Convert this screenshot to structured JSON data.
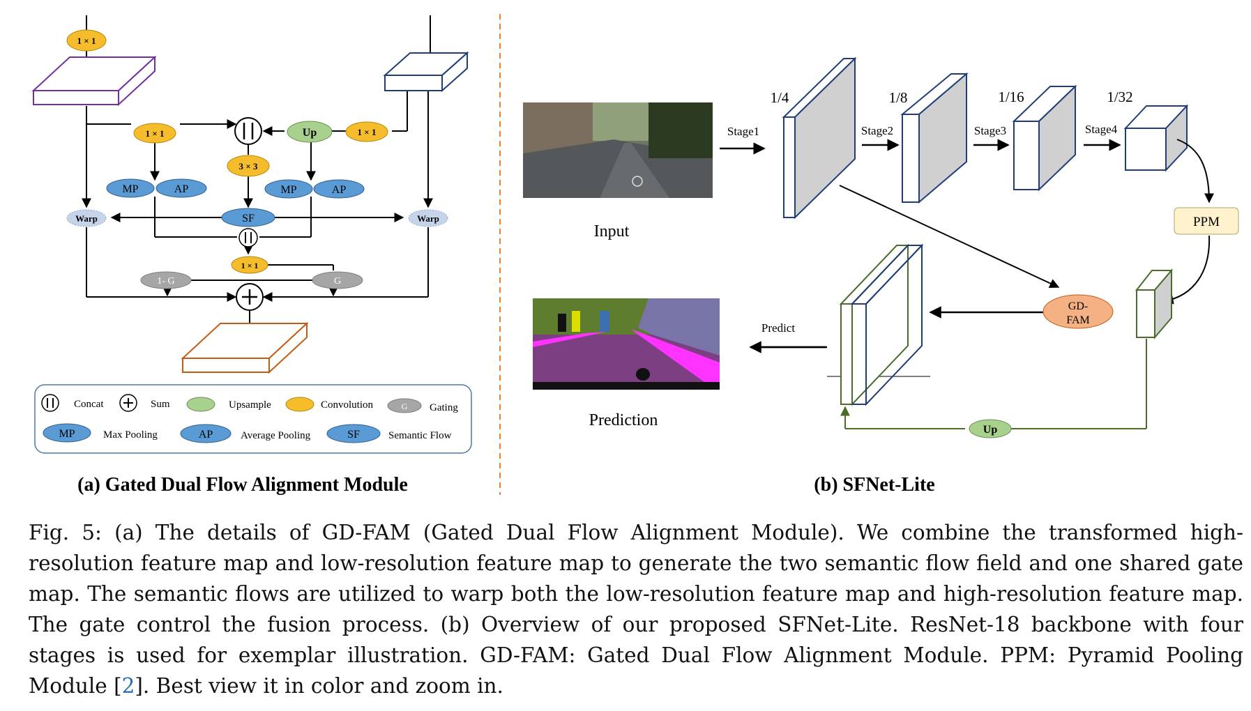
{
  "panel_a": {
    "title": "(a) Gated Dual Flow Alignment Module",
    "ops": {
      "conv_1x1": "1 × 1",
      "conv_3x3": "3 × 3",
      "up": "Up",
      "mp": "MP",
      "ap": "AP",
      "sf": "SF",
      "warp": "Warp",
      "one_minus_g": "1- G",
      "g": "G"
    },
    "legend": {
      "concat": "Concat",
      "sum": "Sum",
      "upsample": "Upsample",
      "convolution": "Convolution",
      "gating_symbol": "G",
      "gating": "Gating",
      "mp_symbol": "MP",
      "max_pooling": "Max Pooling",
      "ap_symbol": "AP",
      "average_pooling": "Average Pooling",
      "sf_symbol": "SF",
      "semantic_flow": "Semantic Flow"
    }
  },
  "panel_b": {
    "title": "(b) SFNet-Lite",
    "input_label": "Input",
    "prediction_label": "Prediction",
    "predict_label": "Predict",
    "stages": [
      "Stage1",
      "Stage2",
      "Stage3",
      "Stage4"
    ],
    "scales": [
      "1/4",
      "1/8",
      "1/16",
      "1/32"
    ],
    "ppm": "PPM",
    "gdfam_line1": "GD-",
    "gdfam_line2": "FAM",
    "up": "Up"
  },
  "caption": {
    "before_ref": "Fig. 5: (a) The details of GD-FAM (Gated Dual Flow Alignment Module). We combine the transformed high-resolution feature map and low-resolution feature map to generate the two semantic flow field and one shared gate map. The semantic flows are utilized to warp both the low-resolution feature map and high-resolution feature map. The gate control the fusion process. (b) Overview of our proposed SFNet-Lite. ResNet-18 backbone with four stages is used for exemplar illustration. GD-FAM: Gated Dual Flow Alignment Module. PPM: Pyramid Pooling Module [",
    "ref": "2",
    "after_ref": "]. Best view it in color and zoom in."
  },
  "colors": {
    "conv": "#f5bd2b",
    "upsample": "#a9d18e",
    "blue_op": "#5b9bd5",
    "gating": "#a6a6a6",
    "warp": "#c6d4ea",
    "ppm": "#fff2cc",
    "gdfam": "#f4b183",
    "stage_face": "#d0d0d0",
    "divider": "#ed7d31"
  }
}
